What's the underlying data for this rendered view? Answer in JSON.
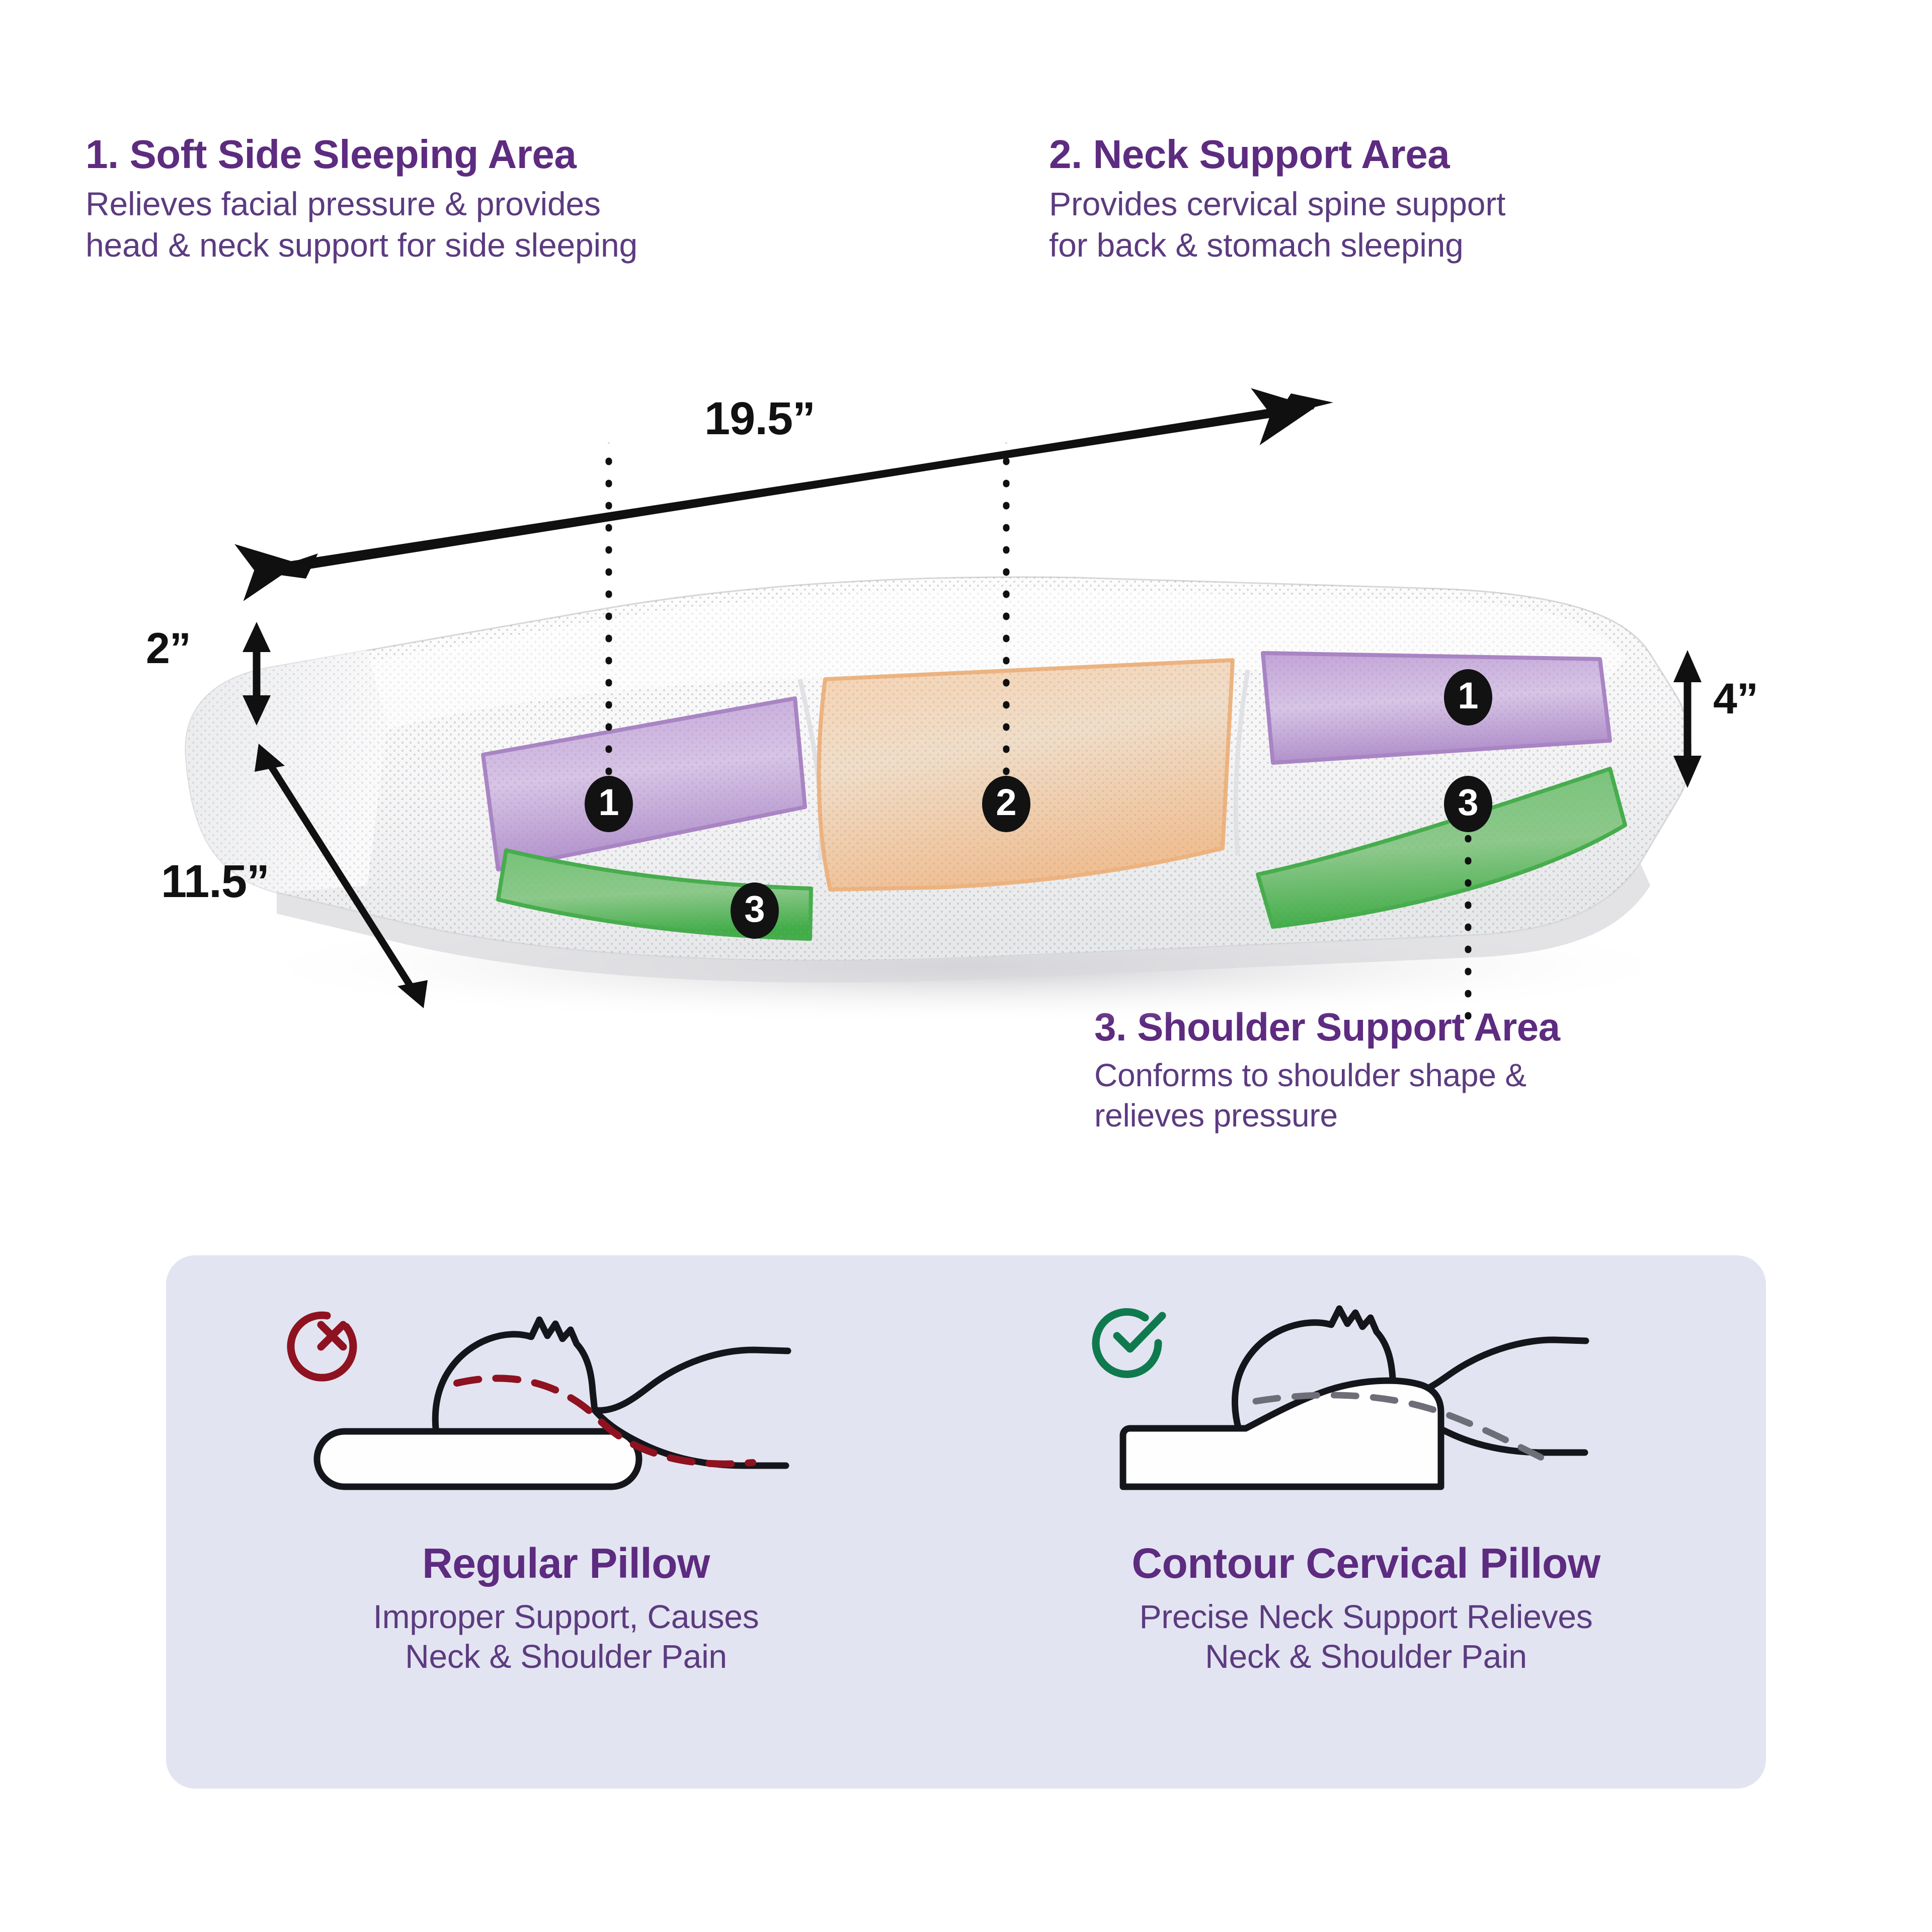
{
  "features": [
    {
      "title": "1. Soft Side Sleeping Area",
      "line1": "Relieves facial pressure & provides",
      "line2": "head & neck support for side sleeping"
    },
    {
      "title": "2. Neck Support Area",
      "line1": "Provides cervical spine support",
      "line2": "for back & stomach sleeping"
    },
    {
      "title": "3. Shoulder Support Area",
      "line1": "Conforms to shoulder shape &",
      "line2": "relieves pressure"
    }
  ],
  "dimensions": {
    "width": "19.5”",
    "height_left": "2”",
    "depth": "11.5”",
    "height_right": "4”"
  },
  "zone_badges": {
    "side_left": "1",
    "side_right": "1",
    "neck": "2",
    "shoulder_left": "3",
    "shoulder_right": "3"
  },
  "comparison": {
    "bad": {
      "icon": "circle-x-icon",
      "title": "Regular Pillow",
      "line1": "Improper Support, Causes",
      "line2": "Neck & Shoulder Pain"
    },
    "good": {
      "icon": "circle-check-icon",
      "title": "Contour Cervical Pillow",
      "line1": "Precise Neck Support Relieves",
      "line2": "Neck & Shoulder Pain"
    }
  },
  "colors": {
    "heading_purple": "#5d2b80",
    "body_purple": "#5c3b80",
    "panel_bg": "#e3e4f1",
    "zone_purple": "#b491cf",
    "zone_green": "#58b95c",
    "zone_orange": "#f3c79f",
    "check_green": "#0f7a4e",
    "cross_red": "#8e1220",
    "badge_black": "#121212"
  }
}
